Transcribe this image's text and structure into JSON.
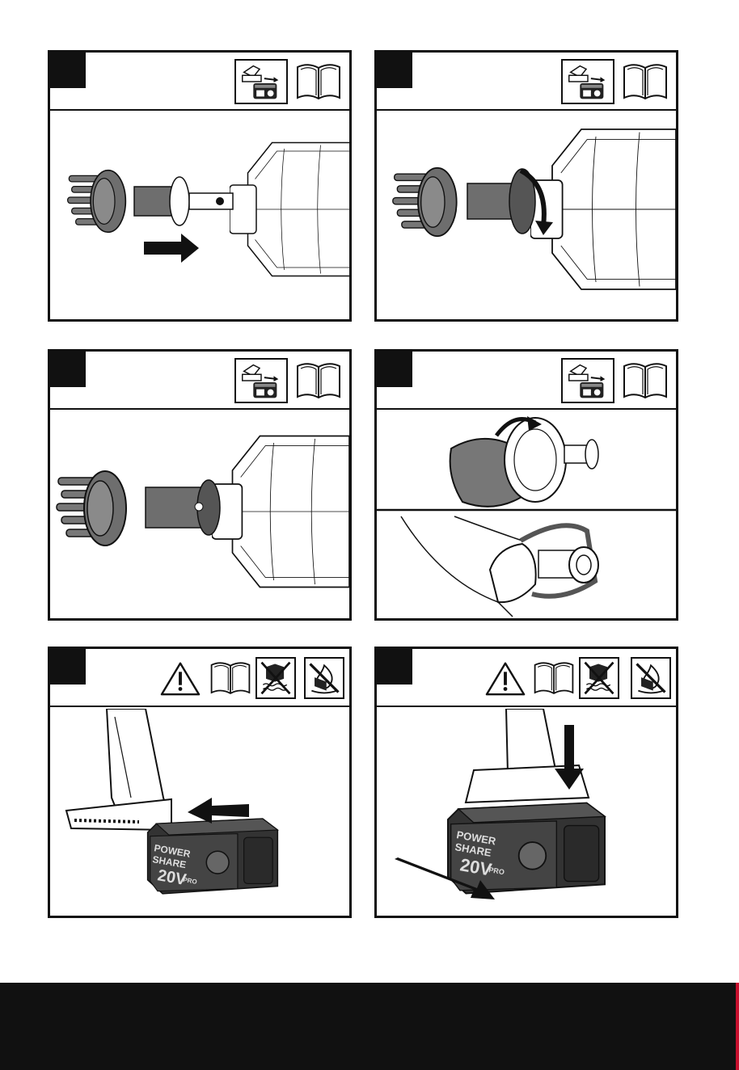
{
  "page": {
    "background": "#ffffff",
    "line_color": "#111111",
    "footer_color": "#111111",
    "accent_color": "#c8102e"
  },
  "panels": [
    {
      "id": "step-1",
      "step_label": "",
      "header_icons": [
        "remove-battery-icon",
        "read-manual-icon"
      ],
      "illustration": "attach-nozzle-push-icon"
    },
    {
      "id": "step-2",
      "step_label": "",
      "header_icons": [
        "remove-battery-icon",
        "read-manual-icon"
      ],
      "illustration": "rotate-nozzle-lock-icon"
    },
    {
      "id": "step-3",
      "step_label": "",
      "header_icons": [
        "remove-battery-icon",
        "read-manual-icon"
      ],
      "illustration": "nozzle-attached-icon"
    },
    {
      "id": "step-4",
      "step_label": "",
      "header_icons": [
        "remove-battery-icon",
        "read-manual-icon"
      ],
      "illustration": "filter-bag-and-hand-icon"
    },
    {
      "id": "step-5",
      "step_label": "",
      "header_icons": [
        "warning-icon",
        "read-manual-icon",
        "no-water-icon",
        "no-fire-icon"
      ],
      "illustration": "insert-battery-icon"
    },
    {
      "id": "step-6",
      "step_label": "",
      "header_icons": [
        "warning-icon",
        "read-manual-icon",
        "no-water-icon",
        "no-fire-icon"
      ],
      "illustration": "release-battery-icon"
    }
  ],
  "battery": {
    "brand_line1": "POWER",
    "brand_line2": "SHARE",
    "voltage": "20V",
    "badge": "PRO"
  }
}
